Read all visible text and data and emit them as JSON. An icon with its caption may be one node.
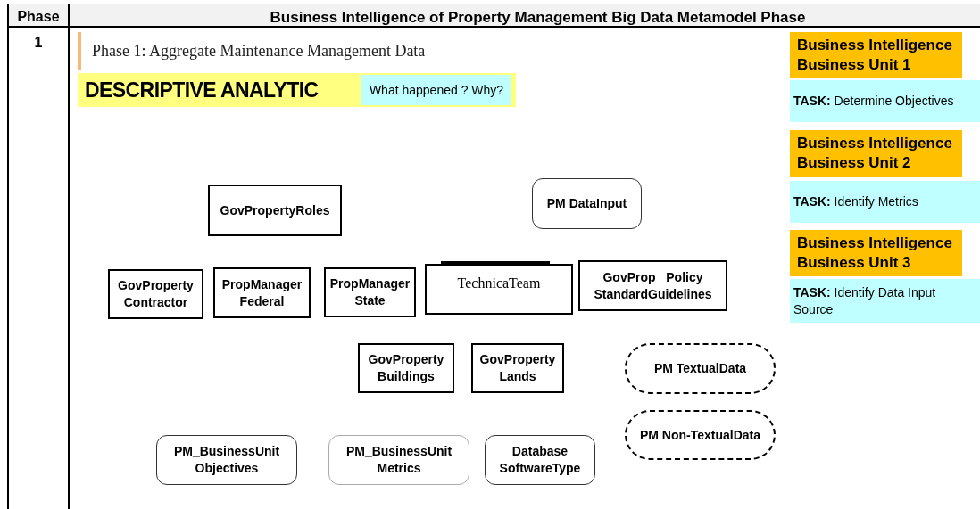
{
  "diagram": {
    "title": "Business Intelligence of Property Management Big Data Metamodel Phase",
    "nodes": [
      {
        "text": [
          "Phase 1: Aggregate Maintenance Management Data"
        ]
      },
      {
        "text": [
          "DESCRIPTIVE ANALYTIC"
        ]
      },
      {
        "text": [
          "What happened ? Why?"
        ],
        "in": 1
      },
      {
        "text": [
          "Business Intelligence Business Unit 1"
        ]
      },
      {
        "text": [
          "**TASK:** Determine Objectives"
        ]
      },
      {
        "text": [
          "Business Intelligence Business Unit 2"
        ]
      },
      {
        "text": [
          "**TASK:** Identify Metrics"
        ]
      },
      {
        "text": [
          "Business Intelligence Business Unit 3"
        ]
      },
      {
        "text": [
          "**TASK:** Identify Data Input Source"
        ]
      },
      {
        "text": [
          "GovPropertyRoles"
        ]
      },
      {
        "text": [
          "PM DataInput"
        ]
      },
      {
        "text": [
          "GovProperty Contractor"
        ]
      },
      {
        "text": [
          "PropManager Federal"
        ]
      },
      {
        "text": [
          "PropManager State"
        ]
      },
      {
        "text": [
          "TechnicaTeam"
        ]
      },
      {
        "text": [
          "GovProp_ Policy StandardGuidelines"
        ]
      },
      {
        "text": [
          "GovProperty Buildings"
        ]
      },
      {
        "text": [
          "GovProperty Lands"
        ]
      },
      {
        "text": [
          "PM TextualData"
        ]
      },
      {
        "text": [
          "PM_BusinessUnit Objectives"
        ]
      },
      {
        "text": [
          "PM_BusinessUnit Metrics"
        ]
      },
      {
        "text": [
          "Database SoftwareType"
        ]
      },
      {
        "text": [
          "PM Non-TextualData"
        ]
      }
    ],
    "labels": [
      "Phase",
      "1"
    ]
  }
}
